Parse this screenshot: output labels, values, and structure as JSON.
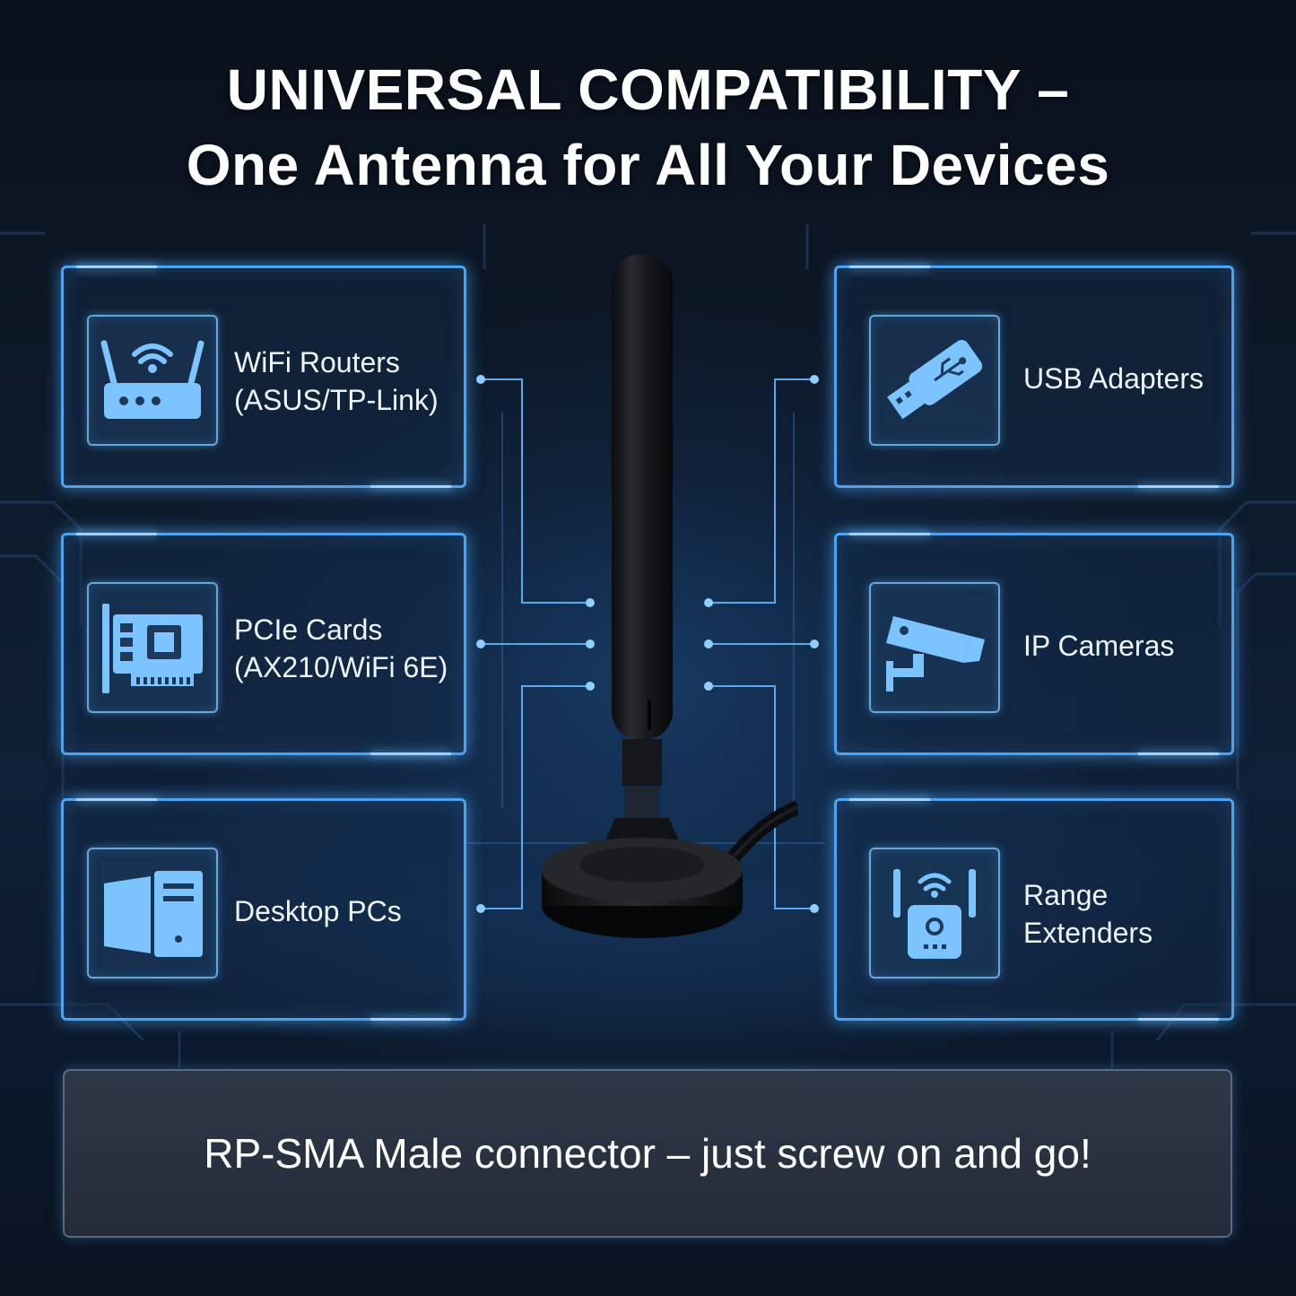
{
  "headline": {
    "line1": "UNIVERSAL COMPATIBILITY –",
    "line2": "One Antenna for All Your Devices"
  },
  "devices": [
    {
      "icon": "wifi-router-icon",
      "lines": [
        "WiFi Routers",
        "(ASUS/TP-Link)"
      ]
    },
    {
      "icon": "pcie-card-icon",
      "lines": [
        "PCIe Cards",
        "(AX210/WiFi 6E)"
      ]
    },
    {
      "icon": "desktop-pc-icon",
      "lines": [
        "Desktop PCs"
      ]
    },
    {
      "icon": "usb-adapter-icon",
      "lines": [
        "USB Adapters"
      ]
    },
    {
      "icon": "ip-camera-icon",
      "lines": [
        "IP Cameras"
      ]
    },
    {
      "icon": "range-extender-icon",
      "lines": [
        "Range",
        "Extenders"
      ]
    }
  ],
  "footer": {
    "text": "RP-SMA Male connector – just screw on and go!"
  },
  "colors": {
    "accent": "#4da3f0",
    "icon_fill": "#7cc4ff",
    "background": "#0e1a2b"
  }
}
